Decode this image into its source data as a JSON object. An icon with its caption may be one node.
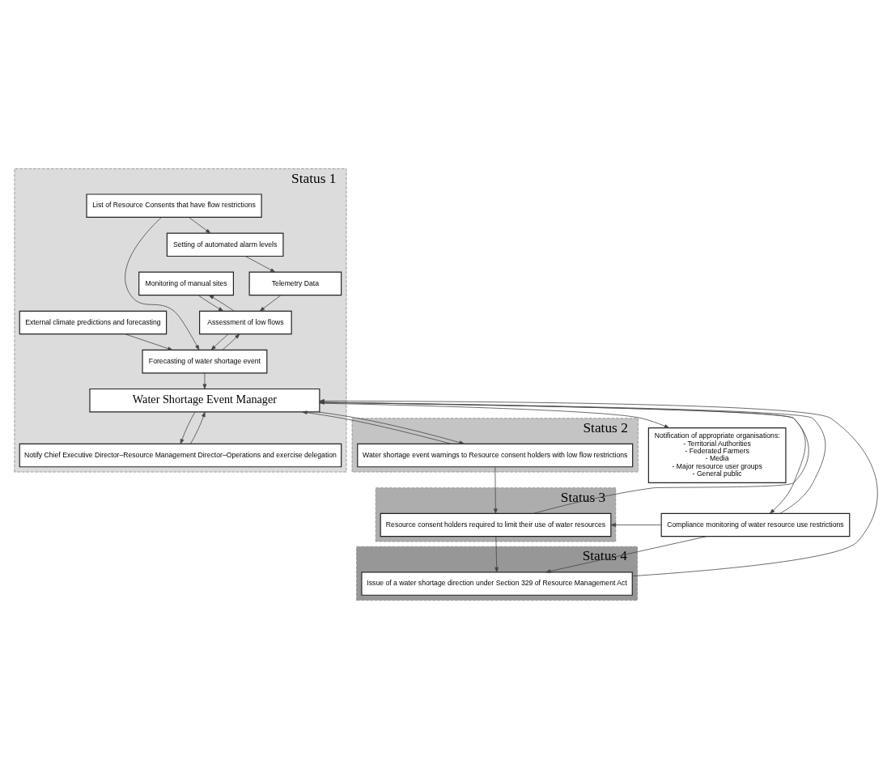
{
  "diagram": {
    "nodes": [
      {
        "text": [
          "Status 1"
        ]
      },
      {
        "text": [
          "Telemetry Data"
        ],
        "in": 0
      },
      {
        "text": [
          "Setting of automated alarm levels"
        ],
        "in": 0
      },
      {
        "text": [
          "Monitoring of manual sites"
        ],
        "in": 0
      },
      {
        "text": [
          "Assessment of low flows"
        ],
        "in": 0
      },
      {
        "text": [
          "List of Resource Consents that have flow restrictions"
        ],
        "in": 0
      },
      {
        "text": [
          "External climate predictions and forecasting"
        ],
        "in": 0
      },
      {
        "text": [
          "Forecasting of water shortage event"
        ],
        "in": 0
      },
      {
        "text": [
          "Water Shortage Event Manager"
        ],
        "in": 0
      },
      {
        "text": [
          "Notify Chief Executive Director–Resource Management Director–Operations and exercise delegation"
        ],
        "in": 0
      },
      {
        "text": [
          "Status 2"
        ]
      },
      {
        "text": [
          "Water shortage event warnings to Resource consent holders with low flow restrictions"
        ],
        "in": 10
      },
      {
        "text": [
          "Notification of appropriate organisations:",
          "- Territorial Authorities",
          "- Federated Farmers",
          "- Media",
          "- Major resource user groups",
          "- General public"
        ]
      },
      {
        "text": [
          "Status 3"
        ]
      },
      {
        "text": [
          "Resource consent holders required to limit their use of water resources"
        ],
        "in": 13
      },
      {
        "text": [
          "Compliance monitoring of water resource use restrictions"
        ]
      },
      {
        "text": [
          "Status 4"
        ]
      },
      {
        "text": [
          "Issue of a water shortage direction under Section 329 of Resource Management Act"
        ],
        "in": 16
      }
    ],
    "edges": [
      {
        "from": 2,
        "to": 1,
        "arrow": "to"
      },
      {
        "from": 1,
        "to": 4,
        "arrow": "to"
      },
      {
        "from": 3,
        "to": 4,
        "arrow": "to"
      },
      {
        "from": 4,
        "to": 3,
        "arrow": "to"
      },
      {
        "from": 5,
        "to": 2,
        "arrow": "to"
      },
      {
        "from": 5,
        "to": 7,
        "arrow": "to"
      },
      {
        "from": 6,
        "to": 7,
        "arrow": "to"
      },
      {
        "from": 7,
        "to": 4,
        "arrow": "to"
      },
      {
        "from": 4,
        "to": 7,
        "arrow": "to"
      },
      {
        "from": 7,
        "to": 8,
        "arrow": "to"
      },
      {
        "from": 8,
        "to": 9,
        "arrow": "to"
      },
      {
        "from": 9,
        "to": 8,
        "arrow": "to"
      },
      {
        "from": 8,
        "to": 11,
        "arrow": "to"
      },
      {
        "from": 8,
        "to": 12,
        "arrow": "to"
      },
      {
        "from": 8,
        "to": 15,
        "arrow": "to"
      },
      {
        "from": 15,
        "to": 8,
        "arrow": "to"
      },
      {
        "from": 11,
        "to": 14,
        "arrow": "to"
      },
      {
        "from": 14,
        "to": 17,
        "arrow": "to"
      },
      {
        "from": 15,
        "to": 14,
        "arrow": "to"
      },
      {
        "from": 15,
        "to": 17,
        "arrow": "to"
      },
      {
        "from": 11,
        "to": 8,
        "arrow": "to"
      },
      {
        "from": 14,
        "to": 8,
        "arrow": "to"
      },
      {
        "from": 17,
        "to": 8,
        "arrow": "to"
      }
    ]
  }
}
